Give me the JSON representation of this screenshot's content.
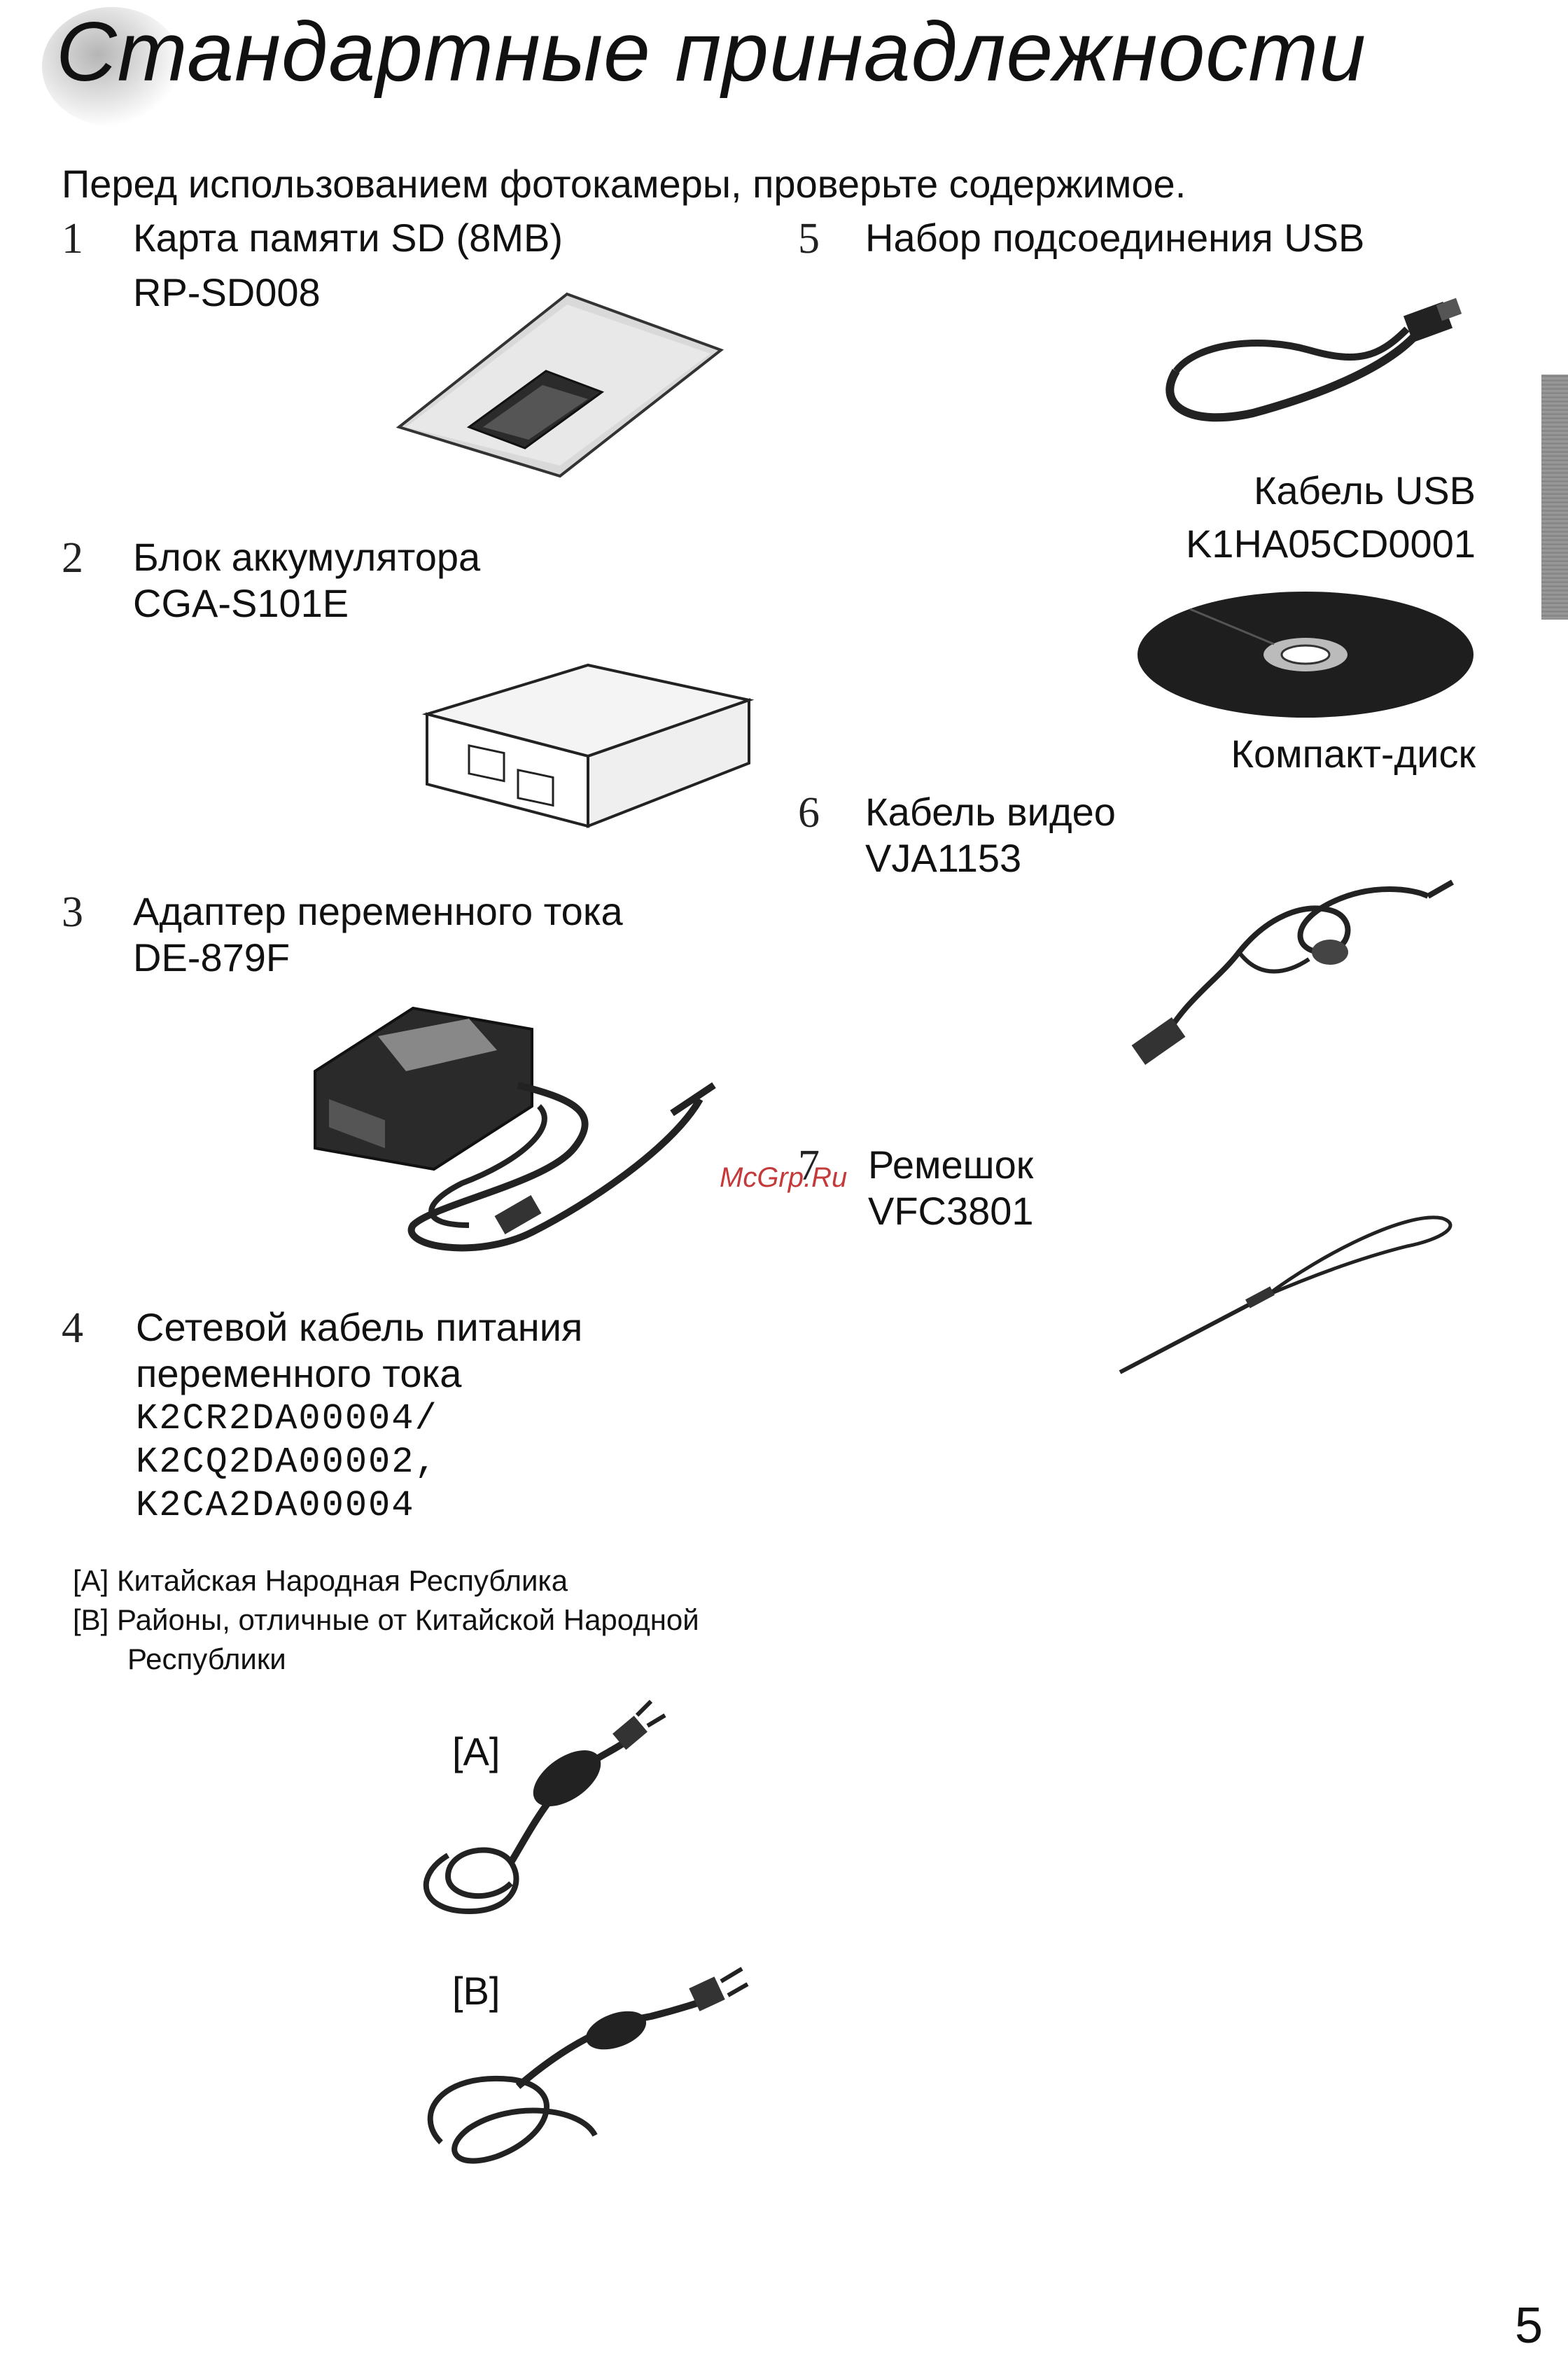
{
  "page": {
    "title": "Стандартные принадлежности",
    "intro": "Перед использованием фотокамеры, проверьте содержимое.",
    "page_number": "5",
    "watermark": "McGrp.Ru"
  },
  "items": [
    {
      "num": "1",
      "name": "Карта памяти SD (8MB)",
      "model": "RP-SD008"
    },
    {
      "num": "2",
      "name": "Блок аккумулятора",
      "model": "CGA-S101E"
    },
    {
      "num": "3",
      "name": "Адаптер переменного тока",
      "model": "DE-879F"
    },
    {
      "num": "4",
      "name": "Сетевой кабель питания",
      "name2": "переменного тока",
      "models": [
        "K2CR2DA00004/",
        "K2CQ2DA00002,",
        "K2CA2DA00004"
      ]
    },
    {
      "num": "5",
      "name": "Набор подсоединения USB"
    },
    {
      "num": "6",
      "name": "Кабель видео",
      "model": "VJA1153"
    },
    {
      "num": "7",
      "name": "Ремешок",
      "model": "VFC3801"
    }
  ],
  "usb_set": {
    "cable_caption": "Кабель USB",
    "cable_model": "K1HA05CD0001",
    "cd_caption": "Компакт-диск"
  },
  "notes": {
    "a": "[A] Китайская Народная Республика",
    "b": "[B] Районы, отличные от Китайской Народной",
    "b2": "Республики"
  },
  "plug_tags": {
    "a": "[A]",
    "b": "[B]"
  }
}
